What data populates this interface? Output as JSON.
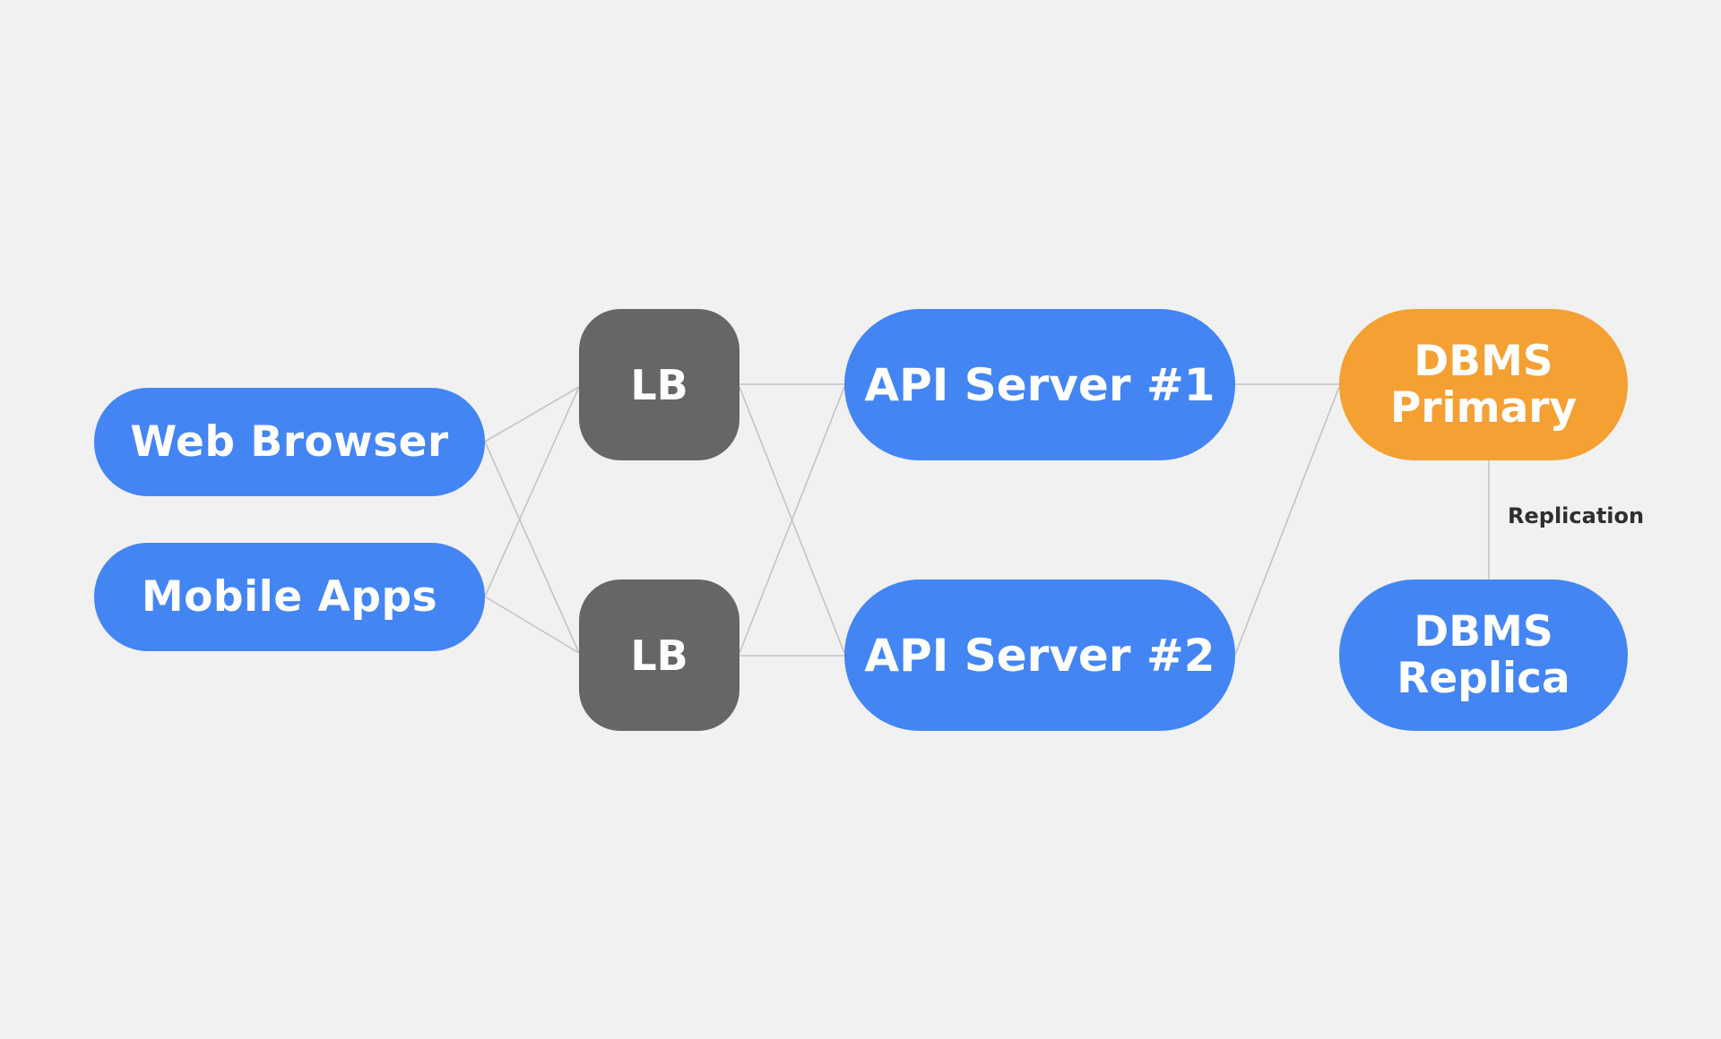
{
  "diagram": {
    "nodes": {
      "web_browser": "Web Browser",
      "mobile_apps": "Mobile Apps",
      "lb_top": "LB",
      "lb_bottom": "LB",
      "api_server_1": "API Server #1",
      "api_server_2": "API Server #2",
      "dbms_primary": [
        "DBMS",
        "Primary"
      ],
      "dbms_replica": [
        "DBMS",
        "Replica"
      ]
    },
    "edge_label": "Replication"
  },
  "colors": {
    "background": "#f1f1f1",
    "node_blue": "#4485f4",
    "node_orange": "#f4a033",
    "node_gray": "#666666",
    "connector": "#c4c4c4",
    "label_text": "#2f2f2f"
  }
}
